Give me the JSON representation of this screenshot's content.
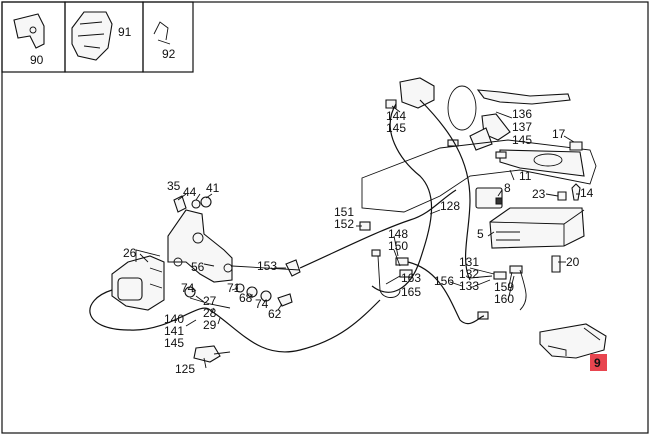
{
  "legend_items": [
    {
      "label": "90"
    },
    {
      "label": "91"
    },
    {
      "label": "92"
    }
  ],
  "callouts": {
    "c35": "35",
    "c44": "44",
    "c41": "41",
    "c26": "26",
    "c56": "56",
    "c74a": "74",
    "c71": "71",
    "c68": "68",
    "c74b": "74",
    "c27": "27",
    "c28": "28",
    "c29": "29",
    "c62": "62",
    "c153": "153",
    "c140": "140",
    "c141": "141",
    "c145a": "145",
    "c125": "125",
    "c144": "144",
    "c145b": "145",
    "c136": "136",
    "c137": "137",
    "c145c": "145",
    "c17": "17",
    "c11": "11",
    "c8": "8",
    "c23": "23",
    "c14": "14",
    "c128": "128",
    "c151": "151",
    "c152": "152",
    "c148": "148",
    "c150": "150",
    "c5": "5",
    "c131": "131",
    "c132": "132",
    "c133": "133",
    "c163": "163",
    "c165": "165",
    "c156": "156",
    "c159": "159",
    "c160": "160",
    "c20": "20"
  },
  "highlighted_callout": "9",
  "highlight_color": "#e8454f"
}
